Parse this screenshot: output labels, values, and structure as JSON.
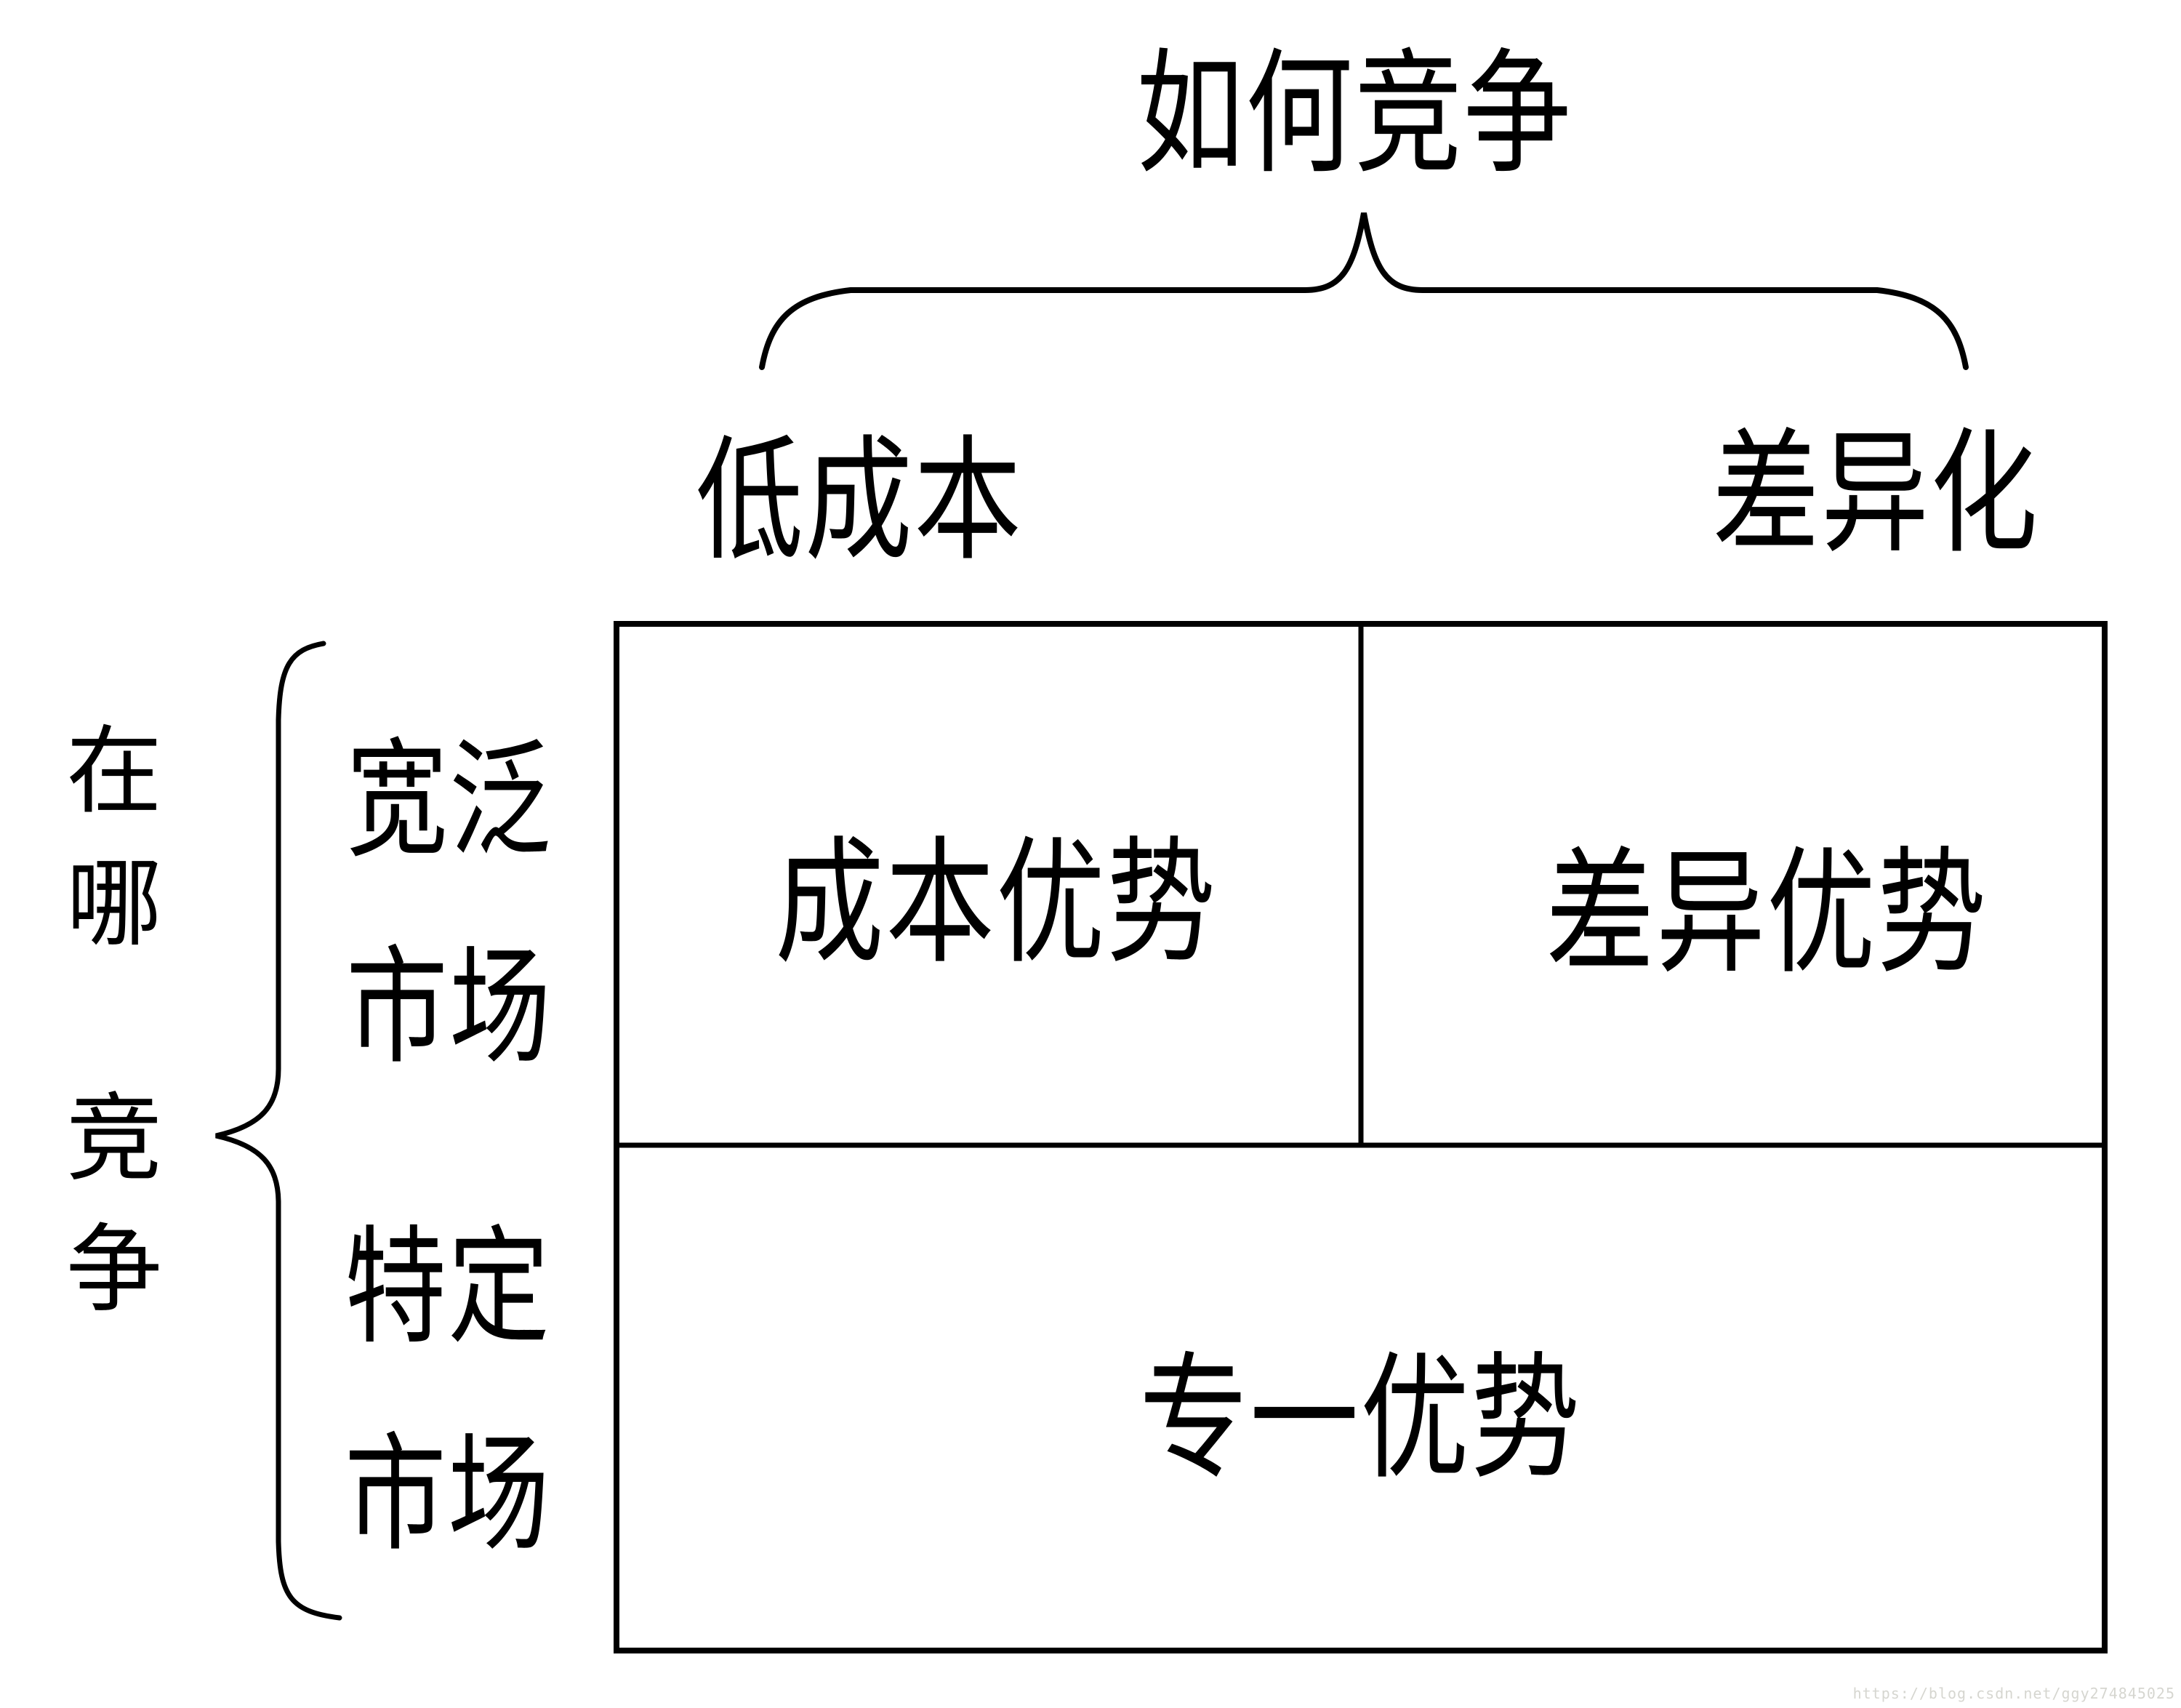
{
  "page": {
    "background": "#ffffff",
    "ink": "#000000"
  },
  "title": {
    "text": "如何竞争"
  },
  "column_axis": {
    "left_label": "低成本",
    "right_label": "差异化"
  },
  "row_axis": {
    "title_chars": [
      "在",
      "哪",
      "竞",
      "争"
    ],
    "broad_market": {
      "line1": "宽泛",
      "line2": "市场"
    },
    "niche_market": {
      "line1": "特定",
      "line2": "市场"
    }
  },
  "matrix": {
    "top_left_cell": "成本优势",
    "top_right_cell": "差异优势",
    "bottom_cell": "专一优势"
  },
  "watermark": {
    "text": "https://blog.csdn.net/ggy274845025",
    "color": "#d6d6d0"
  }
}
